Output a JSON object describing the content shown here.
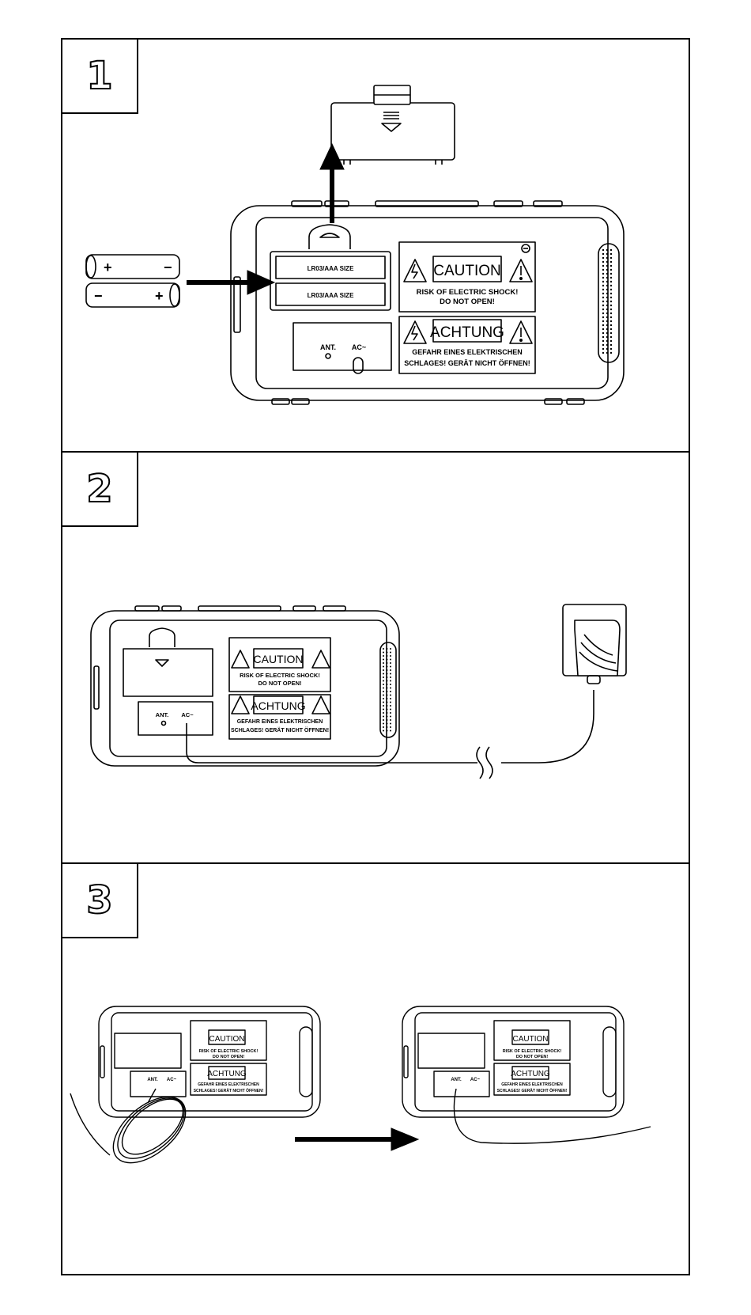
{
  "steps": [
    {
      "number": "1"
    },
    {
      "number": "2"
    },
    {
      "number": "3"
    }
  ],
  "device_labels": {
    "caution": "CAUTION",
    "caution_line1": "RISK OF ELECTRIC SHOCK!",
    "caution_line2": "DO NOT OPEN!",
    "achtung": "ACHTUNG",
    "achtung_line1": "GEFAHR EINES ELEKTRISCHEN",
    "achtung_line2": "SCHLAGES! GERÄT NICHT ÖFFNEN!",
    "ant": "ANT.",
    "ac": "AC~",
    "battery_slot": "LR03/AAA SIZE",
    "plus": "+",
    "minus": "−"
  },
  "colors": {
    "ink": "#000000",
    "paper": "#ffffff",
    "grey": "#9a9a9a"
  }
}
